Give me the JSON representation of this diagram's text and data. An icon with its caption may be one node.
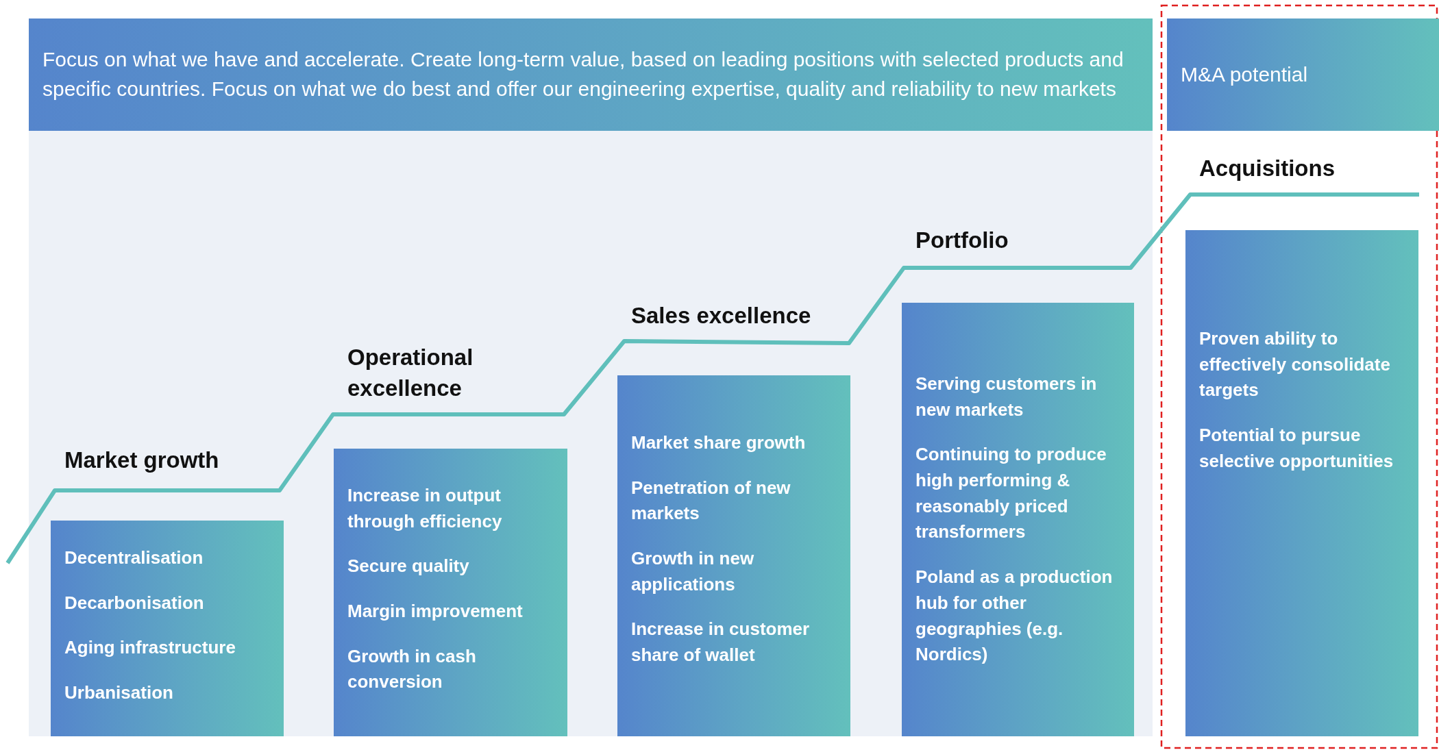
{
  "diagram": {
    "nodes": [
      {
        "text": [
          "Focus on what we have and accelerate. Create long-term value, based on leading positions with selected products and specific countries. Focus on what we do best and offer our engineering expertise, quality and reliability to new markets"
        ]
      },
      {
        "text": [
          "M&A potential"
        ]
      },
      {
        "text": [
          "Market growth",
          "Decentralisation",
          "Decarbonisation",
          "Aging infrastructure",
          "Urbanisation"
        ]
      },
      {
        "text": [
          "Operational excellence",
          "Increase in output through efficiency",
          "Secure quality",
          "Margin improvement",
          "Growth in cash conversion"
        ]
      },
      {
        "text": [
          "Sales excellence",
          "Market share growth",
          "Penetration of new markets",
          "Growth in new applications",
          "Increase in customer share of wallet"
        ]
      },
      {
        "text": [
          "Portfolio",
          "Serving customers in new markets",
          "Continuing to produce high performing & reasonably priced transformers",
          "Poland as a production hub for other geographies (e.g. Nordics)"
        ]
      },
      {
        "text": [
          "Acquisitions",
          "Proven ability to effectively consolidate targets",
          "Potential to pursue selective opportunities"
        ]
      }
    ]
  }
}
